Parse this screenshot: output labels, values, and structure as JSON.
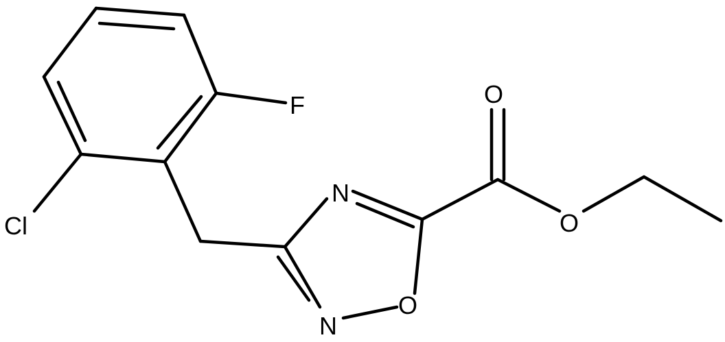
{
  "atoms": {
    "cl": "Cl",
    "f": "F",
    "n4": "N",
    "n2": "N",
    "o1": "O",
    "o_carbonyl": "O",
    "o_ester": "O"
  }
}
